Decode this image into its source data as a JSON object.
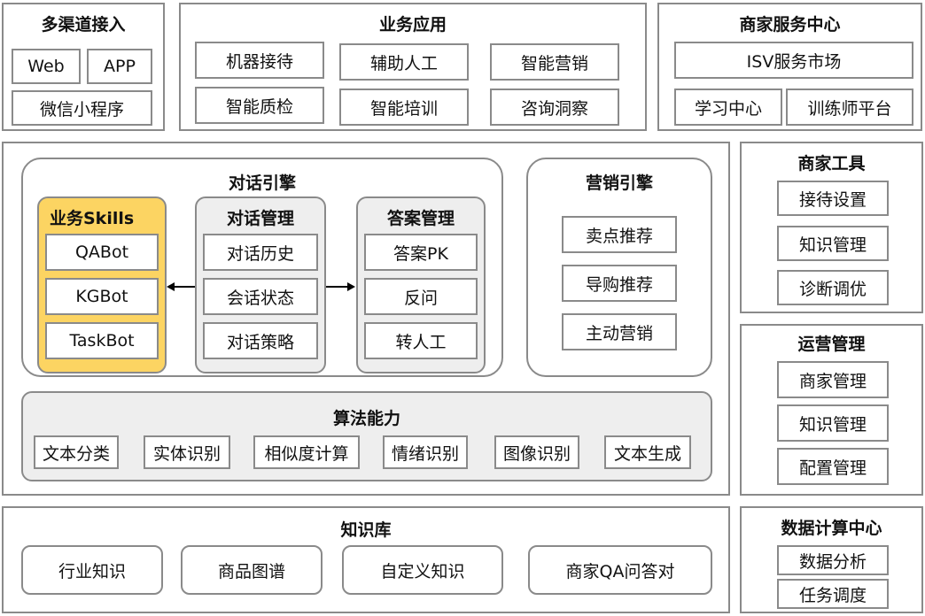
{
  "channels": {
    "title": "多渠道接入",
    "web": "Web",
    "app": "APP",
    "miniprogram": "微信小程序"
  },
  "business_apps": {
    "title": "业务应用",
    "items": [
      "机器接待",
      "辅助人工",
      "智能营销",
      "智能质检",
      "智能培训",
      "咨询洞察"
    ]
  },
  "merchant_service": {
    "title": "商家服务中心",
    "isv": "ISV服务市场",
    "learning": "学习中心",
    "trainer": "训练师平台"
  },
  "dialog_engine": {
    "title": "对话引擎",
    "skills": {
      "title": "业务Skills",
      "items": [
        "QABot",
        "KGBot",
        "TaskBot"
      ]
    },
    "dialog_mgmt": {
      "title": "对话管理",
      "items": [
        "对话历史",
        "会话状态",
        "对话策略"
      ]
    },
    "answer_mgmt": {
      "title": "答案管理",
      "items": [
        "答案PK",
        "反问",
        "转人工"
      ]
    }
  },
  "marketing_engine": {
    "title": "营销引擎",
    "items": [
      "卖点推荐",
      "导购推荐",
      "主动营销"
    ]
  },
  "algorithm": {
    "title": "算法能力",
    "items": [
      "文本分类",
      "实体识别",
      "相似度计算",
      "情绪识别",
      "图像识别",
      "文本生成"
    ]
  },
  "knowledge_base": {
    "title": "知识库",
    "items": [
      "行业知识",
      "商品图谱",
      "自定义知识",
      "商家QA问答对"
    ]
  },
  "merchant_tools": {
    "title": "商家工具",
    "items": [
      "接待设置",
      "知识管理",
      "诊断调优"
    ]
  },
  "operations": {
    "title": "运营管理",
    "items": [
      "商家管理",
      "知识管理",
      "配置管理"
    ]
  },
  "data_center": {
    "title": "数据计算中心",
    "items": [
      "数据分析",
      "任务调度"
    ]
  }
}
